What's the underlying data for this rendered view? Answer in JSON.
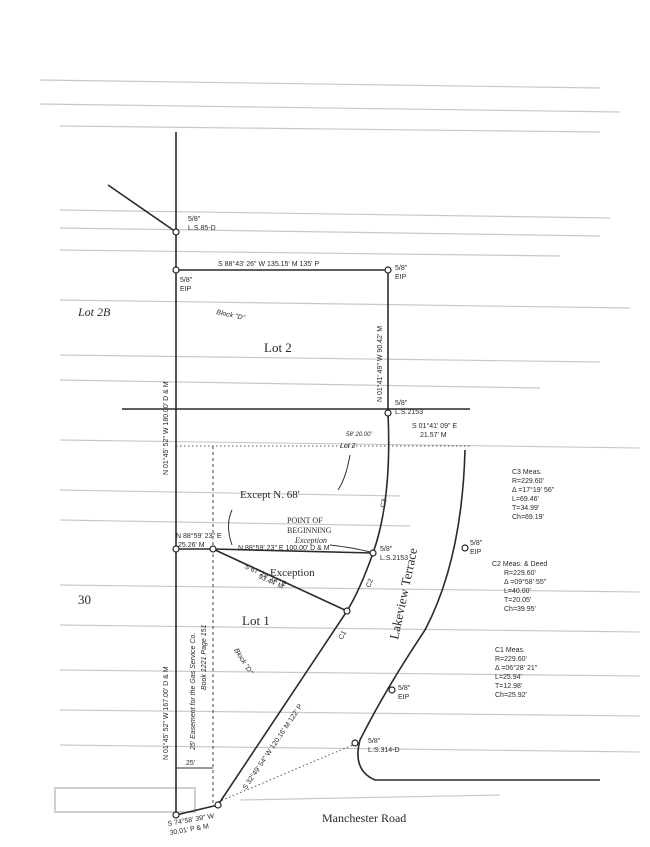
{
  "labels": {
    "lot_2b": "Lot 2B",
    "lot_2": "Lot 2",
    "lot_1": "Lot 1",
    "block_d_top": "Block \"D\"",
    "block_d_bottom": "Block \"D\"",
    "lot_30": "30",
    "except": "Except N. 68'",
    "exception": "Exception",
    "pob_1": "POINT OF",
    "pob_2": "BEGINNING",
    "pob_3": "Exception",
    "lot_2_small": "Lot 2",
    "lakeview": "Lakeview Terrace",
    "manchester": "Manchester Road",
    "easement_1": "25' Easement for the Gas Service Co.",
    "easement_2": "Book 1221 Page 151"
  },
  "monuments": {
    "ls85_a": "5/8\"",
    "ls85_b": "L.S.85-D",
    "eip_nw_a": "5/8\"",
    "eip_nw_b": "EIP",
    "eip_ne_a": "5/8\"",
    "eip_ne_b": "EIP",
    "ls2153_a": "5/8\"",
    "ls2153_b": "L.S.2153",
    "pob_a": "5/8\"",
    "pob_b": "L.S.2153",
    "eip_e_a": "5/8\"",
    "eip_e_b": "EIP",
    "eip_s_a": "5/8\"",
    "eip_s_b": "EIP",
    "ls314_a": "5/8\"",
    "ls314_b": "L.S.314-D"
  },
  "bearings": {
    "north_line": "S 88°43' 26\" W     135.15' M 135' P",
    "east_line": "N 01°41' 49\" W  90.42' M",
    "west_upper": "N 01°45' 52\" W  180.00' D & M",
    "west_lower": "N 01°45' 52\" W  167.00' D & M",
    "lot2_south_a": "S 01°41' 09\" E",
    "lot2_south_b": "21.57' M",
    "except_a": "N 88°59' 23\" E",
    "except_b": "25.26' M",
    "exception_line": "N 88°59' 23\" E  100.00' D & M",
    "diag_a": "S 67°29' 14\" E",
    "diag_b": "93.44' M",
    "long_diag": "S 32°49' 54\" W  120.16' M 122' P",
    "south_a": "S 74°58' 39\" W",
    "south_b": "30.01' P & M",
    "dim_25": "25'",
    "frag": "58' 20.00'"
  },
  "curves": {
    "c1": "C1",
    "c2": "C2",
    "c3": "C3",
    "c3_data": [
      "C3 Meas.",
      "R=229.60'",
      "Δ =17°19' 56\"",
      "L=69.46'",
      "T=34.99'",
      "Ch=69.19'"
    ],
    "c2_data": [
      "C2 Meas. & Deed",
      "R=229.60'",
      "Δ =09°58' 55\"",
      "L=40.00'",
      "T=20.05'",
      "Ch=39.95'"
    ],
    "c1_data": [
      "C1 Meas.",
      "R=229.60'",
      "Δ =06°28' 21\"",
      "L=25.94'",
      "T=12.98'",
      "Ch=25.92'"
    ]
  }
}
